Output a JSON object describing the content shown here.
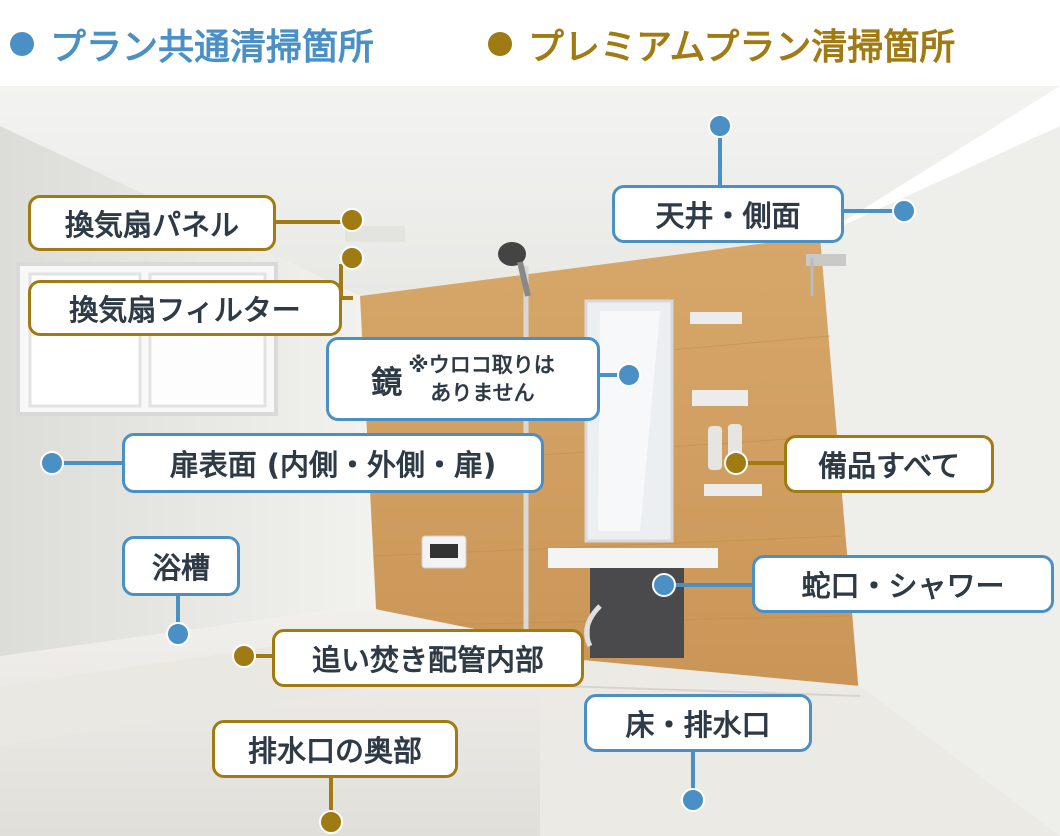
{
  "legend": {
    "standard": {
      "label": "プラン共通清掃箇所",
      "color": "#4a90c4"
    },
    "premium": {
      "label": "プレミアムプラン清掃箇所",
      "color": "#a07a12"
    }
  },
  "photo": {
    "icon": "bathroom-photo"
  },
  "labels": {
    "fan_panel": "換気扇パネル",
    "fan_filter": "換気扇フィルター",
    "ceiling": "天井・側面",
    "mirror_main": "鏡",
    "mirror_note_1": "※ウロコ取りは",
    "mirror_note_2": "ありません",
    "door": "扉表面 (内側・外側・扉)",
    "amenities": "備品すべて",
    "bathtub": "浴槽",
    "faucet": "蛇口・シャワー",
    "reheat": "追い焚き配管内部",
    "floor": "床・排水口",
    "drain_back": "排水口の奥部"
  }
}
